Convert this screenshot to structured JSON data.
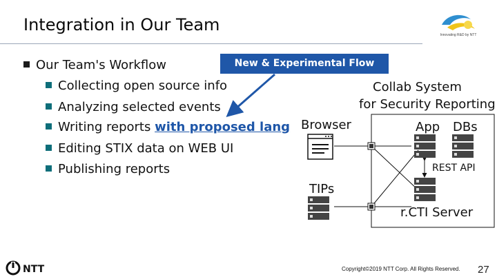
{
  "slide": {
    "title": "Integration in Our Team",
    "badge": "New & Experimental Flow",
    "bullets": {
      "main": "Our Team's Workflow",
      "items": [
        "Collecting open source info",
        "Analyzing selected events",
        "Writing reports ",
        "Editing STIX data on WEB UI",
        "Publishing reports"
      ],
      "highlight": "with proposed lang"
    }
  },
  "diagram": {
    "collab_line1": "Collab System",
    "collab_line2": "for Security Reporting",
    "app": "App",
    "dbs": "DBs",
    "browser": "Browser",
    "rest_api": "REST API",
    "tips": "TIPs",
    "rcti": "r.CTI Server"
  },
  "footer": {
    "copyright": "Copyright©2019 NTT Corp. All Rights Reserved.",
    "page": "27",
    "logo_text": "NTT",
    "top_logo_tag": "Innovating R&D by NTT"
  },
  "colors": {
    "badge": "#1f57a8",
    "teal": "#0e6e7a",
    "highlight": "#1e56a8"
  }
}
